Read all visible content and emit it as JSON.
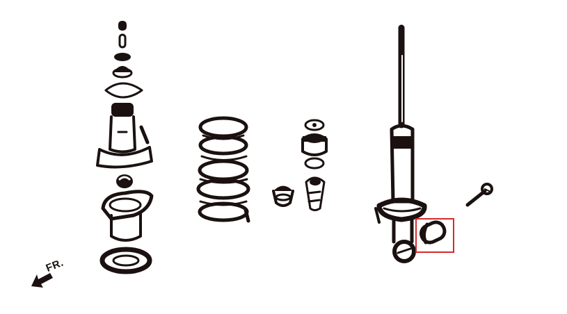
{
  "diagram": {
    "type": "exploded suspension assembly",
    "direction_label": "FR.",
    "colors": {
      "ink": "#1a1110",
      "background": "#ffffff",
      "highlight": "#d42a2a"
    },
    "components": [
      {
        "name": "top-mount-stack",
        "position": "left"
      },
      {
        "name": "upper-mount-bushing",
        "position": "left-top"
      },
      {
        "name": "lower-spring-seat",
        "position": "left-bottom"
      },
      {
        "name": "coil-spring",
        "position": "center-left"
      },
      {
        "name": "bump-stop-cap",
        "position": "center"
      },
      {
        "name": "bump-stop-stack",
        "position": "center-right"
      },
      {
        "name": "shock-absorber",
        "position": "right"
      },
      {
        "name": "mounting-bolt",
        "position": "far-right"
      },
      {
        "name": "lower-shock-bushing",
        "position": "right-bottom",
        "highlighted": true
      }
    ]
  }
}
